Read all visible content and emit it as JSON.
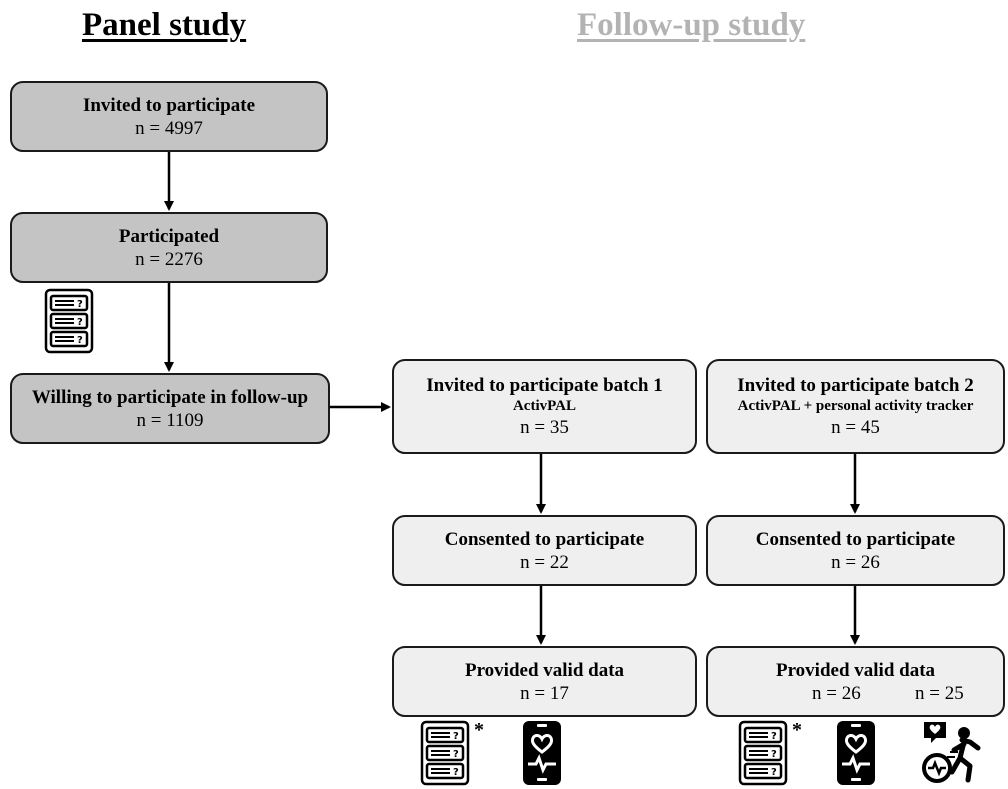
{
  "headings": {
    "panel": "Panel study",
    "followup": "Follow-up study"
  },
  "colors": {
    "panel_heading": "#000000",
    "followup_heading": "#b3b3b3",
    "panel_box": "#c4c4c4",
    "followup_box": "#efefef",
    "border": "#1a1a1a"
  },
  "panel": {
    "invited": {
      "title": "Invited to participate",
      "n": "n = 4997"
    },
    "participated": {
      "title": "Participated",
      "n": "n = 2276"
    },
    "willing": {
      "title": "Willing to participate in follow-up",
      "n": "n = 1109"
    }
  },
  "batch1": {
    "invited": {
      "title": "Invited to participate batch 1",
      "subtitle": "ActivPAL",
      "n": "n = 35"
    },
    "consented": {
      "title": "Consented to participate",
      "n": "n = 22"
    },
    "valid": {
      "title": "Provided valid data",
      "n": "n = 17"
    }
  },
  "batch2": {
    "invited": {
      "title": "Invited to participate batch 2",
      "subtitle": "ActivPAL + personal activity tracker",
      "n": "n = 45"
    },
    "consented": {
      "title": "Consented to participate",
      "n": "n = 26"
    },
    "valid": {
      "title": "Provided valid data",
      "n1": "n = 26",
      "n2": "n = 25"
    }
  },
  "asterisk": "*",
  "icons": [
    "questionnaire-icon",
    "activpal-device-icon",
    "activity-tracker-icon"
  ]
}
